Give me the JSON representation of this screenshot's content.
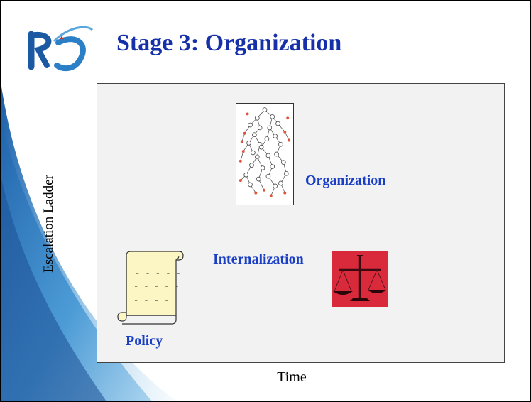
{
  "slide": {
    "title": "Stage 3: Organization"
  },
  "diagram": {
    "y_axis_label": "Escalation Ladder",
    "x_axis_label": "Time",
    "stages": [
      {
        "label": "Policy",
        "icon": "scroll-icon"
      },
      {
        "label": "Internalization",
        "icon": "scales-icon"
      },
      {
        "label": "Organization",
        "icon": "org-network-icon"
      }
    ],
    "scroll_lines": [
      "- - - - -",
      "- - - - - -",
      "- - - -"
    ]
  },
  "colors": {
    "title": "#1530a8",
    "stage_label": "#1a3fc4",
    "panel_bg": "#f2f2f2",
    "swoosh": "#2f7fc1",
    "scales_bg": "#d92a3c",
    "scroll_fill": "#fbf6c4"
  }
}
